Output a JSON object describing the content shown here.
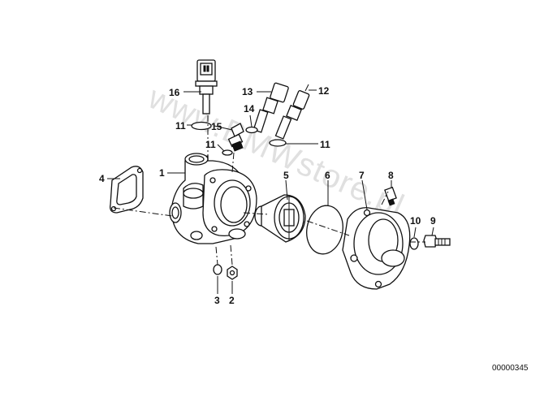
{
  "watermark": "www.BMWstore.pl",
  "diagram_number": "00000345",
  "callouts": {
    "c1": "1",
    "c2": "2",
    "c3": "3",
    "c4": "4",
    "c5": "5",
    "c6": "6",
    "c7": "7",
    "c8": "8",
    "c9": "9",
    "c10": "10",
    "c11a": "11",
    "c11b": "11",
    "c11c": "11",
    "c12": "12",
    "c13": "13",
    "c14": "14",
    "c15": "15",
    "c16": "16"
  }
}
